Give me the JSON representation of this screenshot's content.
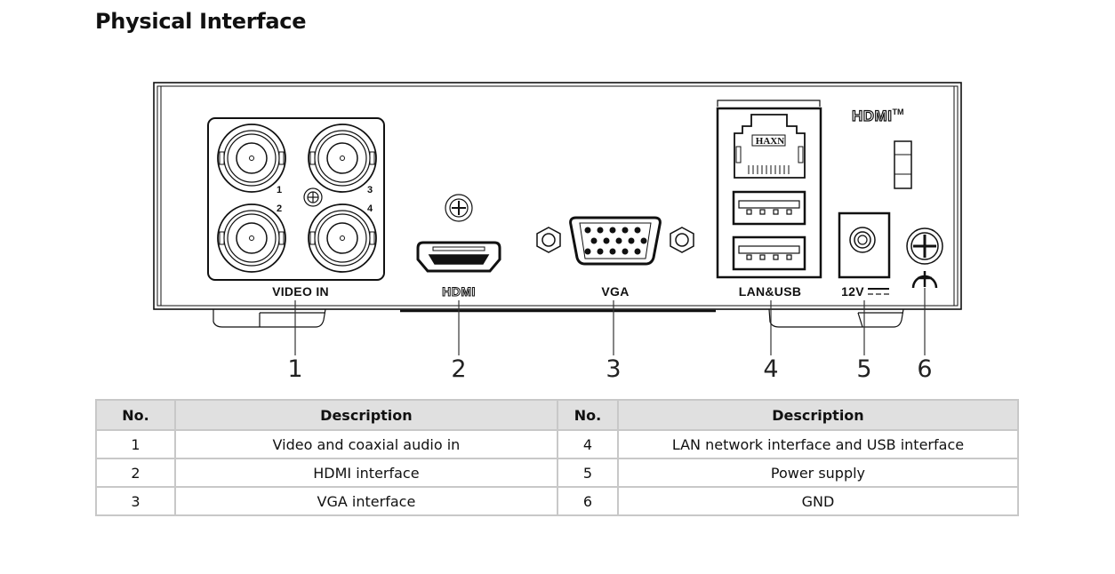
{
  "page": {
    "title": "Physical Interface"
  },
  "diagram": {
    "port_labels": {
      "video_in": "VIDEO IN",
      "hdmi": "HDMI",
      "vga": "VGA",
      "lan_usb": "LAN&USB",
      "power": "12V",
      "hdmi_logo": "HDMI",
      "hdmi_tm": "TM",
      "rj45_text": "HAXN"
    },
    "bnc_numbers": [
      "1",
      "2",
      "3",
      "4"
    ],
    "callouts": [
      "1",
      "2",
      "3",
      "4",
      "5",
      "6"
    ],
    "icons": [
      "bnc-connector-icon",
      "hdmi-port-icon",
      "vga-port-icon",
      "rj45-port-icon",
      "usb-port-icon",
      "dc-power-jack-icon",
      "ground-screw-icon",
      "ground-symbol-icon"
    ]
  },
  "table": {
    "headers": [
      "No.",
      "Description",
      "No.",
      "Description"
    ],
    "rows": [
      {
        "no_left": "1",
        "desc_left": "Video and coaxial audio in",
        "no_right": "4",
        "desc_right": "LAN network interface and USB interface"
      },
      {
        "no_left": "2",
        "desc_left": "HDMI interface",
        "no_right": "5",
        "desc_right": "Power supply"
      },
      {
        "no_left": "3",
        "desc_left": "VGA interface",
        "no_right": "6",
        "desc_right": "GND"
      }
    ]
  }
}
